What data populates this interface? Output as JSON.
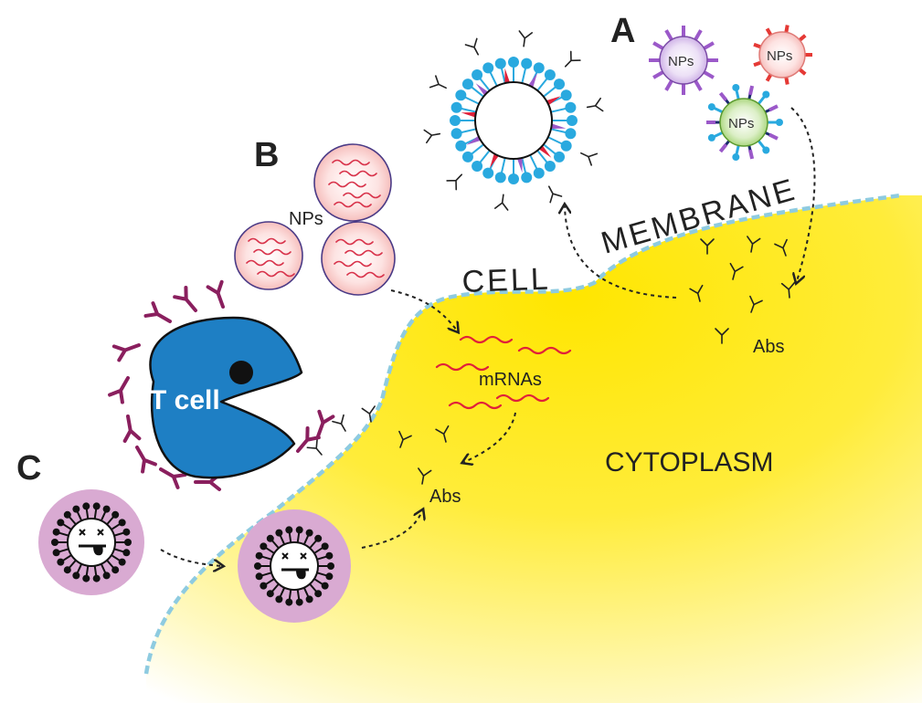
{
  "panels": {
    "a": "A",
    "b": "B",
    "c": "C"
  },
  "labels": {
    "np_purple": "NPs",
    "np_red": "NPs",
    "np_green": "NPs",
    "np_group_b": "NPs",
    "cell": "CELL",
    "membrane": "MEMBRANE",
    "cytoplasm": "CYTOPLASM",
    "mrnas": "mRNAs",
    "abs_right": "Abs",
    "abs_left": "Abs",
    "t_cell": "T cell"
  },
  "colors": {
    "cytoplasm_yellow": "#ffe600",
    "membrane_dash": "#8ecbe0",
    "t_cell_blue": "#1e7fc4",
    "receptor_purple": "#8a1f5e",
    "virus_pink": "#d9aad2",
    "mrna_red": "#e0213a",
    "lipid_blue": "#29a9df",
    "np_purple": "#9b59c9",
    "np_red": "#e53935",
    "np_green": "#8bc34a"
  },
  "icons": [
    "antibody-icon",
    "lipid-nanoparticle-icon",
    "mrna-strand-icon",
    "virus-face-icon",
    "dashed-arrow-icon"
  ]
}
